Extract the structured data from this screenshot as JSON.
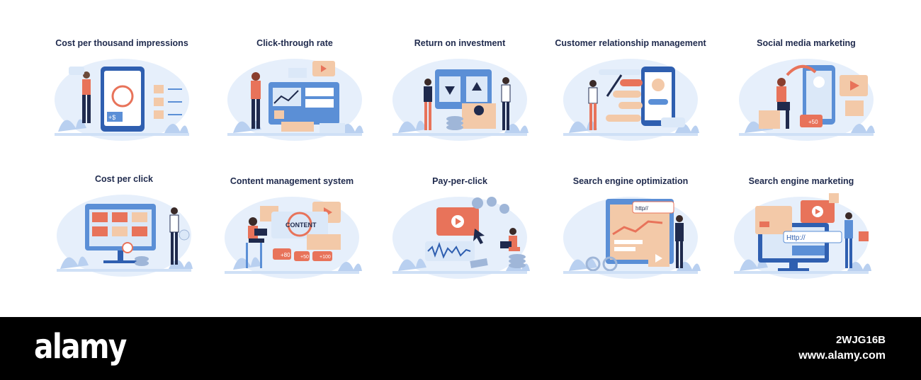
{
  "panels": [
    {
      "title": "Cost per thousand impressions"
    },
    {
      "title": "Click-through rate"
    },
    {
      "title": "Return on investment"
    },
    {
      "title": "Customer relationship management"
    },
    {
      "title": "Social media marketing"
    },
    {
      "title": "Cost per click"
    },
    {
      "title": "Content management system"
    },
    {
      "title": "Pay-per-click"
    },
    {
      "title": "Search engine optimization"
    },
    {
      "title": "Search engine marketing"
    }
  ],
  "labels": {
    "content_word": "CONTENT",
    "plus80": "+80",
    "plus50": "+50",
    "plus100": "+100",
    "plus50_social": "+50",
    "plus_dollar": "+$",
    "http_seo": "http//",
    "http_sem": "Http://"
  },
  "watermark": {
    "brand": "alamy",
    "image_id": "2WJG16B",
    "site": "www.alamy.com"
  },
  "colors": {
    "navy": "#1f2a4d",
    "blue": "#5b8fd6",
    "light_blue": "#dbe8f8",
    "coral": "#e8735a",
    "peach": "#f3c9a8",
    "banner": "#000000"
  }
}
